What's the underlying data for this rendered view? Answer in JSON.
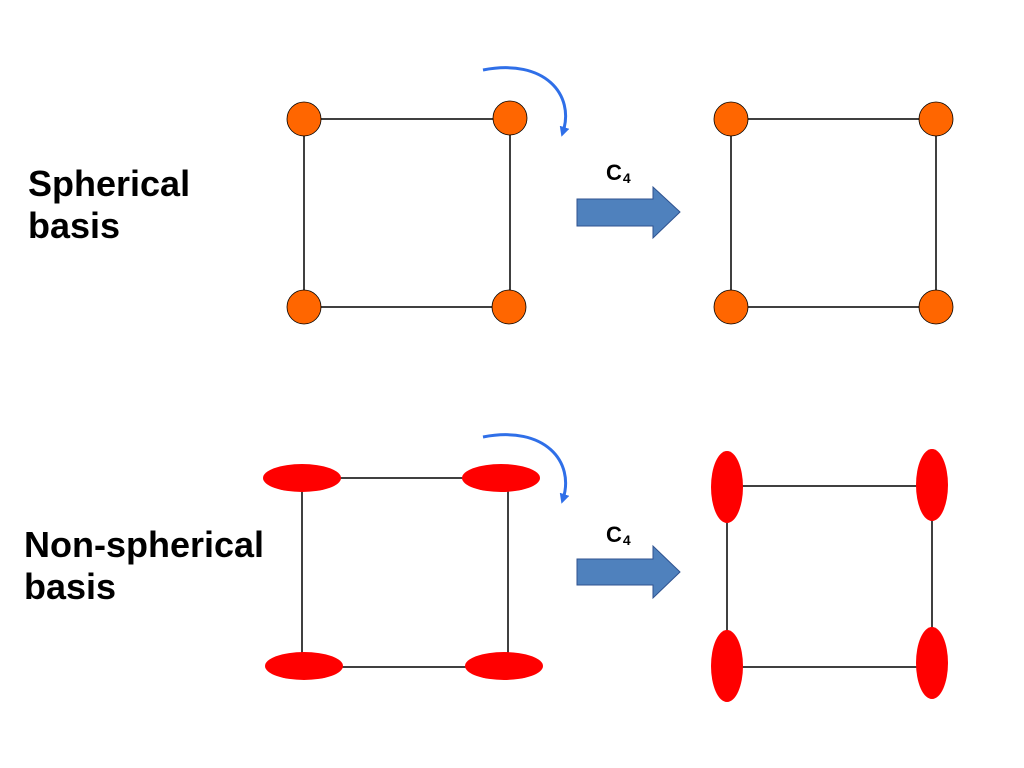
{
  "rows": [
    {
      "label_line1": "Spherical",
      "label_line2": "basis",
      "operation": "C",
      "operation_subscript": "4"
    },
    {
      "label_line1": "Non-spherical",
      "label_line2": "basis",
      "operation": "C",
      "operation_subscript": "4"
    }
  ],
  "colors": {
    "spherical_node": "#ff6600",
    "nonspherical_node": "#ff0000",
    "rotation_arrow": "#2f6fe8",
    "transform_arrow": "#4f81bd",
    "transform_arrow_border": "#2f528f",
    "edge": "#000000"
  },
  "icons": {
    "rotation": "curved-arrow-clockwise-icon",
    "transform": "right-block-arrow-icon"
  }
}
